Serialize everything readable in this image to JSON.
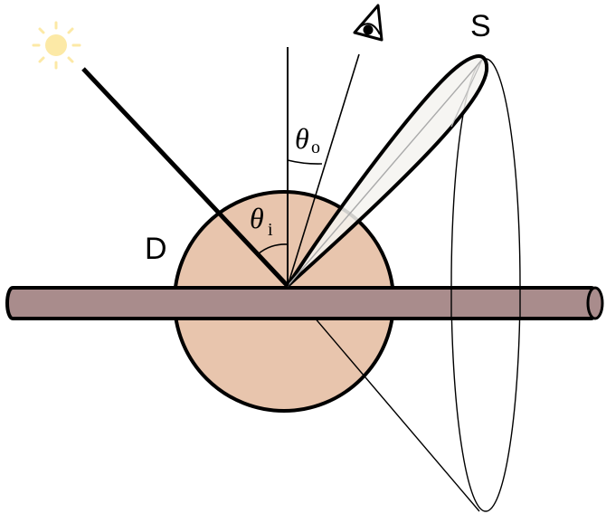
{
  "labels": {
    "diffuse": "D",
    "specular": "S",
    "theta_in_symbol": "θ",
    "theta_in_sub": "i",
    "theta_out_symbol": "θ",
    "theta_out_sub": "o"
  },
  "icons": {
    "light_source": "sun-icon",
    "viewer": "eye-icon"
  },
  "colors": {
    "sun": "#fce9a6",
    "diffuse_lobe": "#e8c5ad",
    "fiber": "#a98c8c",
    "specular_lobe": "#f5f3f0",
    "stroke": "#000000"
  }
}
